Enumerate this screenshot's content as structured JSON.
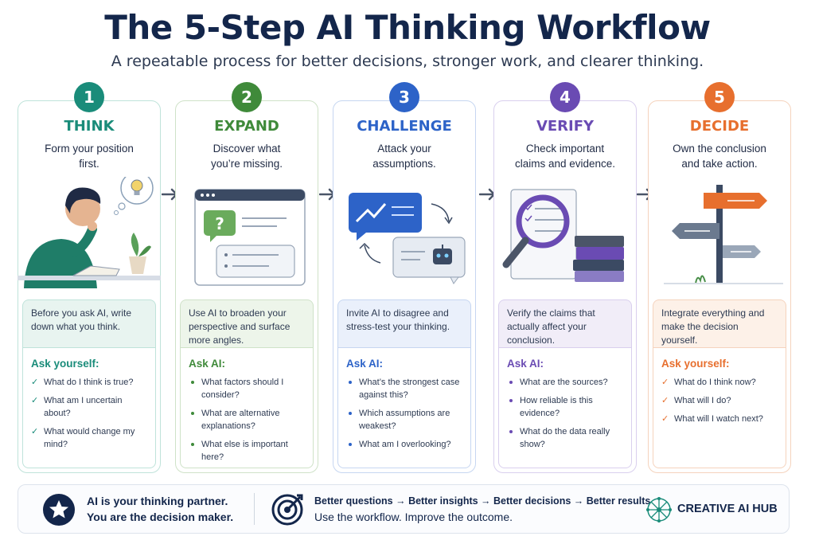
{
  "title": "The 5-Step AI Thinking Workflow",
  "subtitle": "A repeatable process for better decisions, stronger work, and clearer thinking.",
  "colors": {
    "think": "#1a8c7a",
    "expand": "#3f8a3a",
    "challenge": "#2d63c8",
    "verify": "#6a4bb3",
    "decide": "#e76f2e",
    "navy": "#13264b"
  },
  "steps": [
    {
      "number": "1",
      "name": "THINK",
      "tagline_1": "Form your position",
      "tagline_2": "first.",
      "desc_1": "Before you ask AI, write",
      "desc_2": "down what you think.",
      "ask_head": "Ask yourself:",
      "items": [
        [
          "What do I think is true?"
        ],
        [
          "What am I uncertain about?"
        ],
        [
          "What would change my mind?"
        ]
      ]
    },
    {
      "number": "2",
      "name": "EXPAND",
      "tagline_1": "Discover what",
      "tagline_2": "you’re missing.",
      "desc_1": "Use AI to broaden your",
      "desc_2": "perspective and surface",
      "desc_3": "more angles.",
      "ask_head": "Ask AI:",
      "items": [
        [
          "What factors should I",
          "consider?"
        ],
        [
          "What are alternative",
          "explanations?"
        ],
        [
          "What else is important",
          "here?"
        ]
      ]
    },
    {
      "number": "3",
      "name": "CHALLENGE",
      "tagline_1": "Attack your",
      "tagline_2": "assumptions.",
      "desc_1": "Invite AI to disagree and",
      "desc_2": "stress-test your thinking.",
      "ask_head": "Ask AI:",
      "items": [
        [
          "What’s the strongest case",
          "against this?"
        ],
        [
          "Which assumptions are",
          "weakest?"
        ],
        [
          "What am I overlooking?"
        ]
      ]
    },
    {
      "number": "4",
      "name": "VERIFY",
      "tagline_1": "Check important",
      "tagline_2": "claims and evidence.",
      "desc_1": "Verify the claims that",
      "desc_2": "actually affect your",
      "desc_3": "conclusion.",
      "ask_head": "Ask AI:",
      "items": [
        [
          "What are the sources?"
        ],
        [
          "How reliable is this",
          "evidence?"
        ],
        [
          "What do the data really",
          "show?"
        ]
      ]
    },
    {
      "number": "5",
      "name": "DECIDE",
      "tagline_1": "Own the conclusion",
      "tagline_2": "and take action.",
      "desc_1": "Integrate everything and",
      "desc_2": "make the decision",
      "desc_3": "yourself.",
      "ask_head": "Ask yourself:",
      "items": [
        [
          "What do I think now?"
        ],
        [
          "What will I do?"
        ],
        [
          "What will I watch next?"
        ]
      ]
    }
  ],
  "footer": {
    "partner_1": "AI is your thinking partner.",
    "partner_2": "You are the decision maker.",
    "chain": "Better questions → Better insights → Better decisions → Better results",
    "tagline": "Use the workflow. Improve the outcome.",
    "brand": "CREATIVE AI HUB",
    "icons": [
      "star-icon",
      "target-icon",
      "network-logo-icon"
    ]
  }
}
